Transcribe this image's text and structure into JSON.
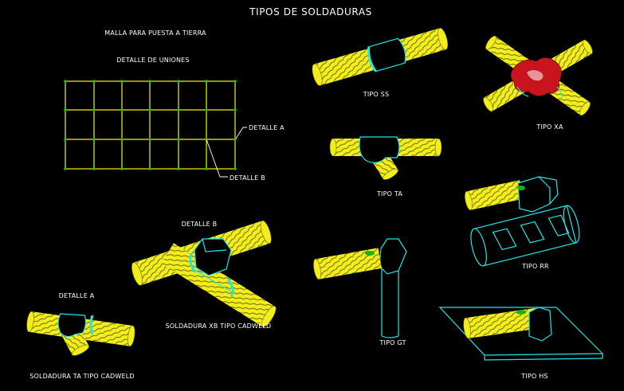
{
  "title": "TIPOS DE SOLDADURAS",
  "labels": {
    "malla": "MALLA PARA PUESTA A TIERRA",
    "detalle_uniones": "DETALLE DE UNIONES",
    "detalle_a_callout": "DETALLE A",
    "detalle_b_callout": "DETALLE B",
    "detalle_b": "DETALLE B",
    "detalle_a": "DETALLE A",
    "soldadura_xb": "SOLDADURA XB TIPO CADWELD",
    "soldadura_ta": "SOLDADURA TA TIPO CADWELD",
    "tipo_ss": "TIPO SS",
    "tipo_xa": "TIPO XA",
    "tipo_ta": "TIPO TA",
    "tipo_rr": "TIPO RR",
    "tipo_gt": "TIPO GT",
    "tipo_hs": "TIPO HS"
  },
  "colors": {
    "background": "#000000",
    "cable": "#f2ee1c",
    "mold": "#21e6e6",
    "grid": "#f6f600",
    "node": "#19c419",
    "weld": "#c8141c",
    "text": "#ffffff"
  }
}
